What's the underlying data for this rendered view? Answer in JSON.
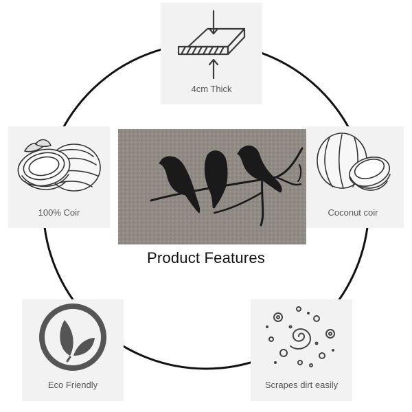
{
  "title": "Product Features",
  "features": {
    "thickness": {
      "label": "4cm Thick",
      "icon": "compressed-board-icon"
    },
    "material": {
      "label": "100% Coir",
      "icon": "coconut-halves-icon"
    },
    "source": {
      "label": "Coconut coir",
      "icon": "coconut-sketch-icon"
    },
    "eco": {
      "label": "Eco Friendly",
      "icon": "leaf-circle-icon"
    },
    "scrape": {
      "label": "Scrapes dirt easily",
      "icon": "dirt-swirl-icon"
    }
  },
  "product": {
    "image": "birds-on-branch-doormat"
  },
  "colors": {
    "ring": "#111111",
    "card": "#f2f2f2",
    "label": "#555555",
    "mat": "#8f8a83",
    "print": "#1a1a1a",
    "eco_icon": "#555555"
  }
}
